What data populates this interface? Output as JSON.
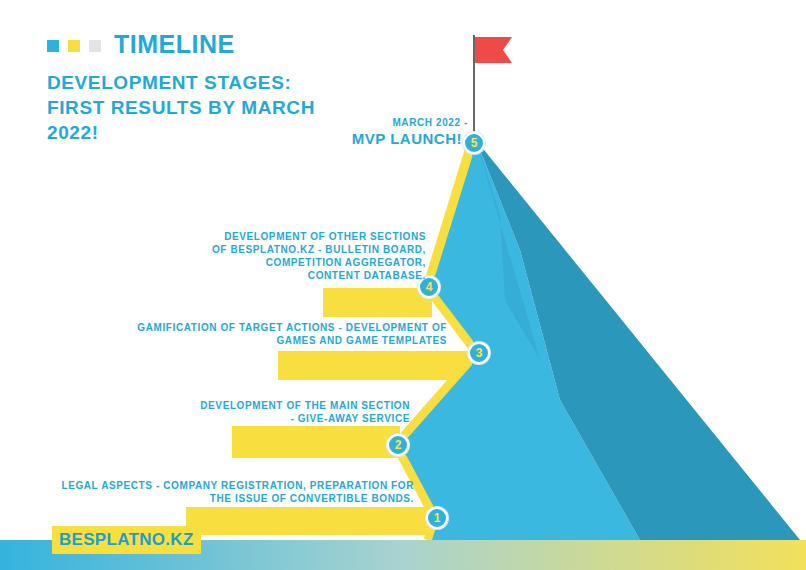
{
  "diagram": {
    "title": "TIMELINE",
    "nodes": [
      {
        "text": [
          "1",
          "LEGAL ASPECTS - COMPANY REGISTRATION, PREPARATION FOR THE ISSUE OF CONVERTIBLE BONDS."
        ]
      },
      {
        "text": [
          "2",
          "DEVELOPMENT OF THE MAIN SECTION - GIVE-AWAY SERVICE"
        ]
      },
      {
        "text": [
          "3",
          "GAMIFICATION OF TARGET ACTIONS - DEVELOPMENT OF GAMES AND GAME TEMPLATES"
        ]
      },
      {
        "text": [
          "4",
          "DEVELOPMENT OF OTHER SECTIONS OF BESPLATNO.KZ - BULLETIN BOARD, COMPETITION AGGREGATOR, CONTENT DATABASE."
        ]
      },
      {
        "text": [
          "5",
          "MARCH 2022 -",
          "MVP LAUNCH!"
        ]
      },
      {
        "text": [
          "BESPLATNO.KZ"
        ]
      }
    ],
    "edges": [
      {
        "from": 0,
        "to": 1,
        "arrow": "none"
      },
      {
        "from": 1,
        "to": 2,
        "arrow": "none"
      },
      {
        "from": 2,
        "to": 3,
        "arrow": "none"
      },
      {
        "from": 3,
        "to": 4,
        "arrow": "none"
      }
    ],
    "labels": [
      "DEVELOPMENT STAGES: FIRST RESULTS BY MARCH 2022!"
    ]
  }
}
